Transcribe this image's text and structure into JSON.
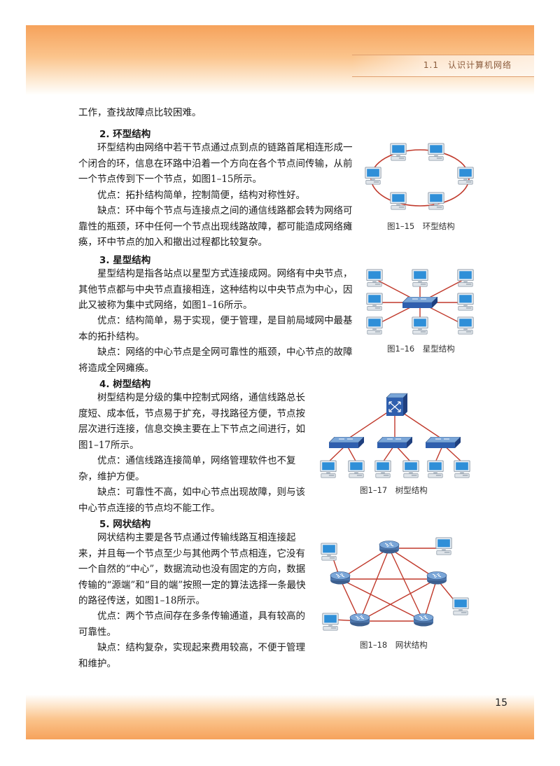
{
  "header": {
    "section_title": "1.1　认识计算机网络"
  },
  "page_number": "15",
  "paragraphs": {
    "p0": "工作，查找故障点比较困难。",
    "h2": "2.  环型结构",
    "p2a": "环型结构由网络中若干节点通过点到点的链路首尾相连形成一个闭合的环，信息在环路中沿着一个方向在各个节点间传输，从前一个节点传到下一个节点，如图1–15所示。",
    "p2b": "优点：拓扑结构简单，控制简便，结构对称性好。",
    "p2c": "缺点：环中每个节点与连接点之间的通信线路都会转为网络可靠性的瓶颈，环中任何一个节点出现线路故障，都可能造成网络瘫痪，环中节点的加入和撤出过程都比较复杂。",
    "h3": "3.  星型结构",
    "p3a": "星型结构是指各站点以星型方式连接成网。网络有中央节点，其他节点都与中央节点直接相连，这种结构以中央节点为中心，因此又被称为集中式网络，如图1–16所示。",
    "p3b": "优点：结构简单，易于实现，便于管理，是目前局域网中最基本的拓扑结构。",
    "p3c": "缺点：网络的中心节点是全网可靠性的瓶颈，中心节点的故障将造成全网瘫痪。",
    "h4": "4.  树型结构",
    "p4a": "树型结构是分级的集中控制式网络，通信线路总长度短、成本低，节点易于扩充，寻找路径方便，节点按层次进行连接，信息交换主要在上下节点之间进行，如图1–17所示。",
    "p4b": "优点：通信线路连接简单，网络管理软件也不复杂，维护方便。",
    "p4c": "缺点：可靠性不高，如中心节点出现故障，则与该中心节点连接的节点均不能工作。",
    "h5": "5.  网状结构",
    "p5a": "网状结构主要是各节点通过传输线路互相连接起来，并且每一个节点至少与其他两个节点相连，它没有一个自然的“中心”，数据流动也没有固定的方向，数据传输的“源端”和“目的端”按照一定的算法选择一条最快的路径传送，如图1–18所示。",
    "p5b": "优点：两个节点间存在多条传输通道，具有较高的可靠性。",
    "p5c": "缺点：结构复杂，实现起来费用较高，不便于管理和维护。"
  },
  "figures": {
    "fig15": "图1–15　环型结构",
    "fig16": "图1–16　星型结构",
    "fig17": "图1–17　树型结构",
    "fig18": "图1–18　网状结构"
  },
  "colors": {
    "link": "#c0392b",
    "device_blue": "#2f5fae",
    "monitor_screen": "#2f8fd8",
    "header_orange": "#f6a25b"
  }
}
